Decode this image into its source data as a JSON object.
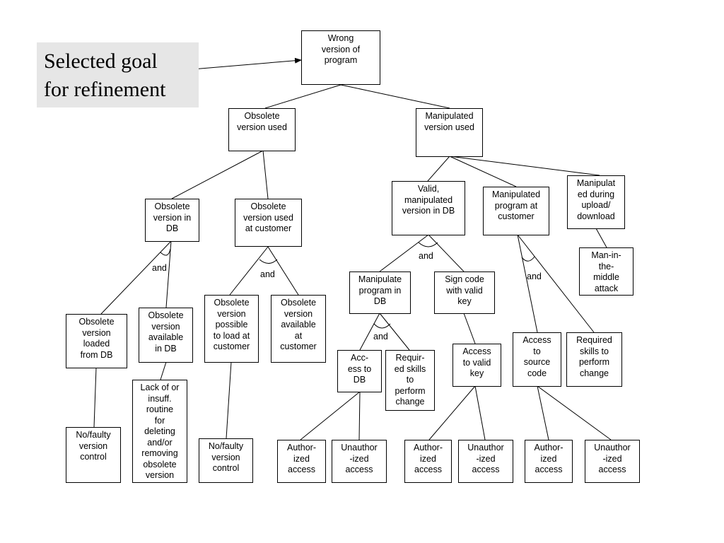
{
  "callout": {
    "text": "Selected goal\nfor refinement"
  },
  "nodes": {
    "root": "Wrong\nversion of\nprogram",
    "obsolete_used": "Obsolete\nversion used",
    "manipulated_used": "Manipulated\nversion used",
    "obsolete_in_db": "Obsolete\nversion in\nDB",
    "obsolete_at_customer": "Obsolete\nversion used\nat customer",
    "valid_manipulated_db": "Valid,\nmanipulated\nversion in DB",
    "manip_prog_customer": "Manipulated\nprogram at\ncustomer",
    "manip_upload": "Manipulat\ned during\nupload/\ndownload",
    "mitm": "Man-in-\nthe-\nmiddle\nattack",
    "loaded_from_db": "Obsolete\nversion\nloaded\nfrom DB",
    "available_in_db": "Obsolete\nversion\navailable\nin DB",
    "possible_load_customer": "Obsolete\nversion\npossible\nto load at\ncustomer",
    "available_customer": "Obsolete\nversion\navailable\nat\ncustomer",
    "manip_prog_db": "Manipulate\nprogram in\nDB",
    "sign_code": "Sign code\nwith valid\nkey",
    "access_source": "Access\nto\nsource\ncode",
    "req_skills_change": "Required\nskills to\nperform\nchange",
    "access_db": "Acc-\ness to\nDB",
    "req_skills_db": "Requir-\ned skills\nto\nperform\nchange",
    "access_key": "Access\nto valid\nkey",
    "no_version_control_1": "No/faulty\nversion\ncontrol",
    "lack_routine": "Lack of or\ninsuff.\nroutine\nfor\ndeleting\nand/or\nremoving\nobsolete\nversion",
    "no_version_control_2": "No/faulty\nversion\ncontrol",
    "auth_db": "Author-\nized\naccess",
    "unauth_db": "Unauthor\n-ized\naccess",
    "auth_key": "Author-\nized\naccess",
    "unauth_key": "Unauthor\n-ized\naccess",
    "auth_source": "Author-\nized\naccess",
    "unauth_source": "Unauthor\n-ized\naccess"
  },
  "and_labels": {
    "obsolete_in_db": "and",
    "obsolete_at_customer": "and",
    "valid_manipulated_db": "and",
    "manip_prog_customer": "and",
    "manip_prog_db": "and"
  }
}
